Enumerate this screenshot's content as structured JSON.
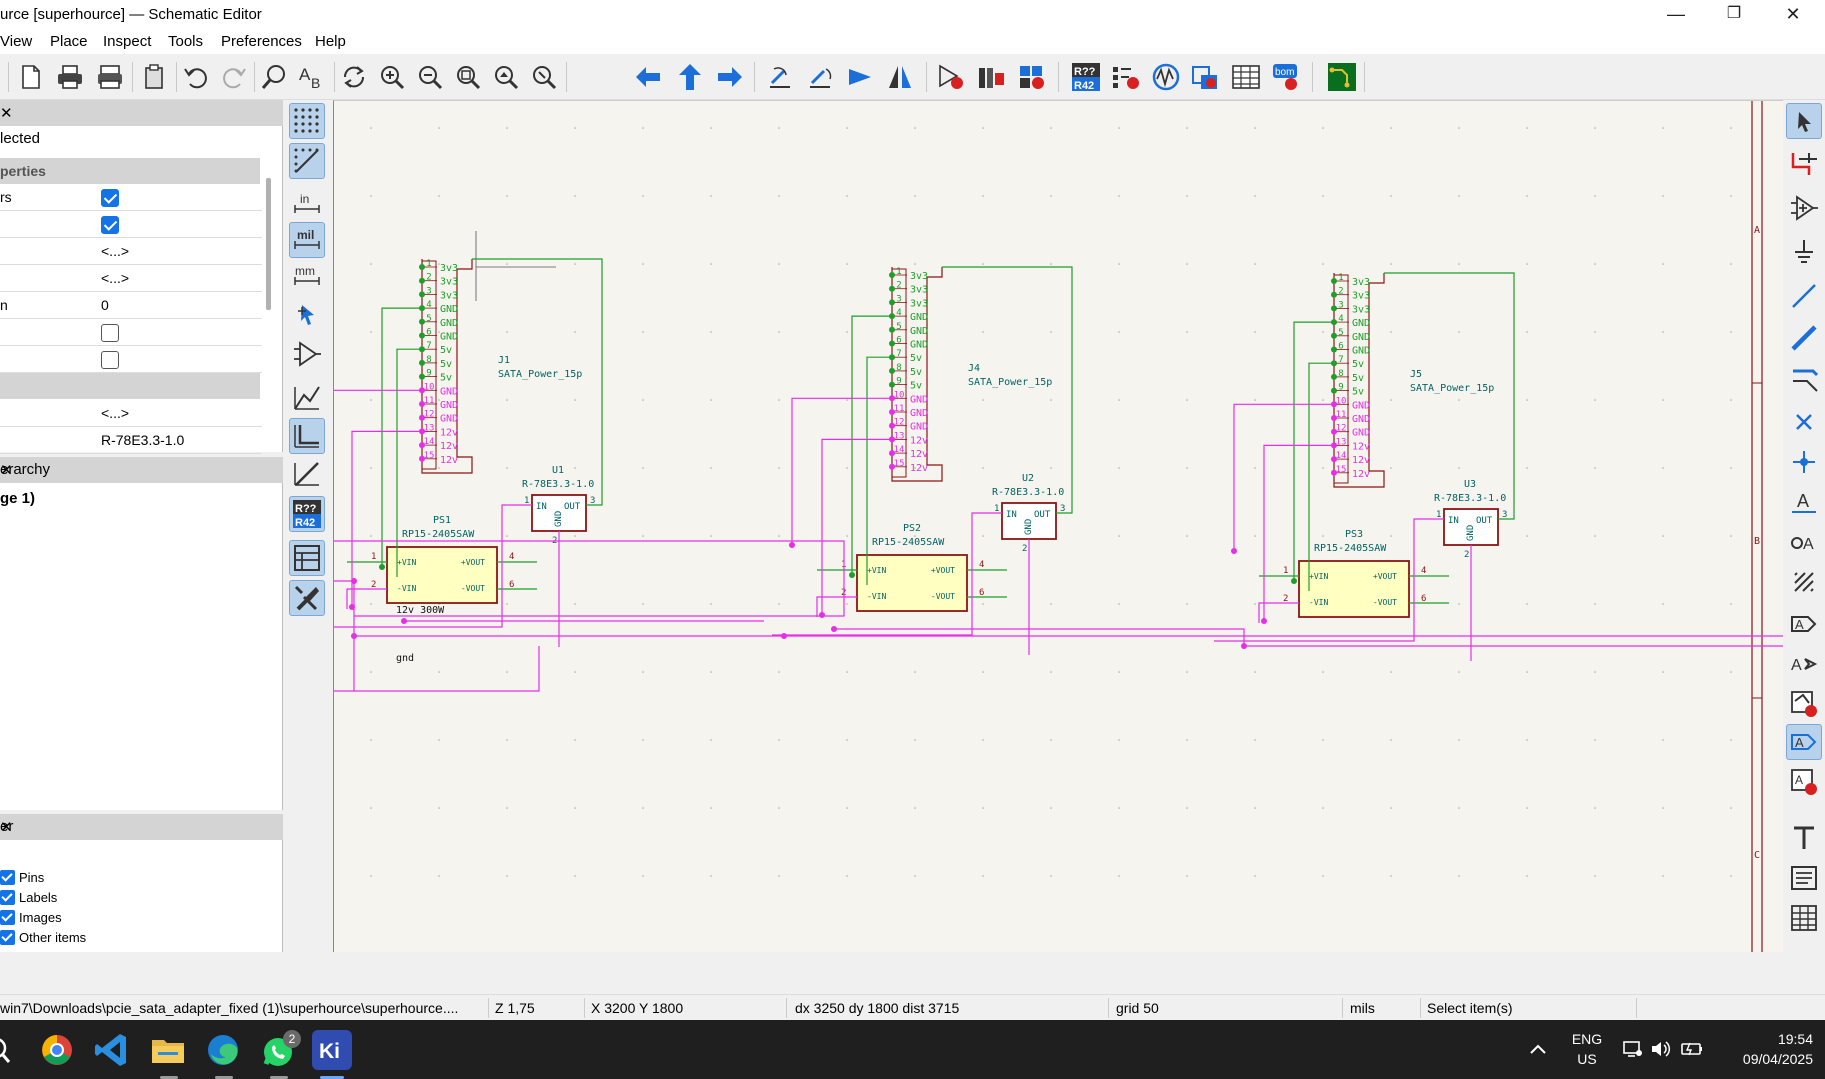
{
  "window": {
    "title": "urce [superhource] — Schematic Editor",
    "minimize": "—",
    "maximize": "❐",
    "close": "✕"
  },
  "menu": [
    "View",
    "Place",
    "Inspect",
    "Tools",
    "Preferences",
    "Help"
  ],
  "properties_panel": {
    "close": "✕",
    "selected_text": "lected",
    "section1": "perties",
    "section2": "",
    "rows": [
      {
        "name": "rs",
        "checked": true
      },
      {
        "name": "",
        "checked": true
      },
      {
        "name": "",
        "value": "<...>"
      },
      {
        "name": "",
        "value": "<...>"
      },
      {
        "name": "n",
        "value": "0"
      },
      {
        "name": "",
        "checked": false
      },
      {
        "name": "",
        "checked": false
      }
    ],
    "rows2": [
      {
        "name": "",
        "value": "<...>"
      },
      {
        "name": "",
        "value": "R-78E3.3-1.0"
      }
    ]
  },
  "hierarchy_panel": {
    "title": "erarchy",
    "close": "✕",
    "item": "ge 1)"
  },
  "selection_filter": {
    "title": "er",
    "close": "✕",
    "items": [
      "Pins",
      "Labels",
      "Images",
      "Other items"
    ]
  },
  "schematic": {
    "connectors": [
      {
        "ref": "J1",
        "value": "SATA_Power_15p"
      },
      {
        "ref": "J4",
        "value": "SATA_Power_15p"
      },
      {
        "ref": "J5",
        "value": "SATA_Power_15p"
      }
    ],
    "pin_names": [
      "3v3",
      "3v3",
      "3v3",
      "GND",
      "GND",
      "GND",
      "5v",
      "5v",
      "5v",
      "GND",
      "GND",
      "GND",
      "12v",
      "12v",
      "12v"
    ],
    "pin_numbers": [
      "1",
      "2",
      "3",
      "4",
      "5",
      "6",
      "7",
      "8",
      "9",
      "10",
      "11",
      "12",
      "13",
      "14",
      "15"
    ],
    "regulators": [
      {
        "ref": "U1",
        "value": "R-78E3.3-1.0"
      },
      {
        "ref": "U2",
        "value": "R-78E3.3-1.0"
      },
      {
        "ref": "U3",
        "value": "R-78E3.3-1.0"
      }
    ],
    "reg_pins": {
      "in": "IN",
      "out": "OUT",
      "gnd": "GND",
      "n1": "1",
      "n2": "2",
      "n3": "3"
    },
    "dcdc": [
      {
        "ref": "PS1",
        "value": "RP15-2405SAW"
      },
      {
        "ref": "PS2",
        "value": "RP15-2405SAW"
      },
      {
        "ref": "PS3",
        "value": "RP15-2405SAW"
      }
    ],
    "dcdc_pins": {
      "pvin": "+VIN",
      "mvin": "-VIN",
      "pvout": "+VOUT",
      "mvout": "-VOUT",
      "n1": "1",
      "n2": "2",
      "n4": "4",
      "n6": "6"
    },
    "labels": {
      "supply": "12v 300W",
      "gnd": "gnd"
    },
    "border_letters": [
      "A",
      "B",
      "C"
    ],
    "colors": {
      "wire": "#1f9e2a",
      "power": "#e62ee6",
      "symbol": "#8c1414",
      "fill": "#ffffc2",
      "text": "#006464"
    }
  },
  "status": {
    "path": "win7\\Downloads\\pcie_sata_adapter_fixed (1)\\superhource\\superhource....",
    "zoom": "Z 1,75",
    "xy": "X 3200  Y 1800",
    "delta": "dx 3250  dy 1800  dist 3715",
    "grid": "grid 50",
    "units": "mils",
    "action": "Select item(s)"
  },
  "taskbar": {
    "lang": "ENG",
    "region": "US",
    "time": "19:54",
    "date": "09/04/2025",
    "badge": "2"
  }
}
